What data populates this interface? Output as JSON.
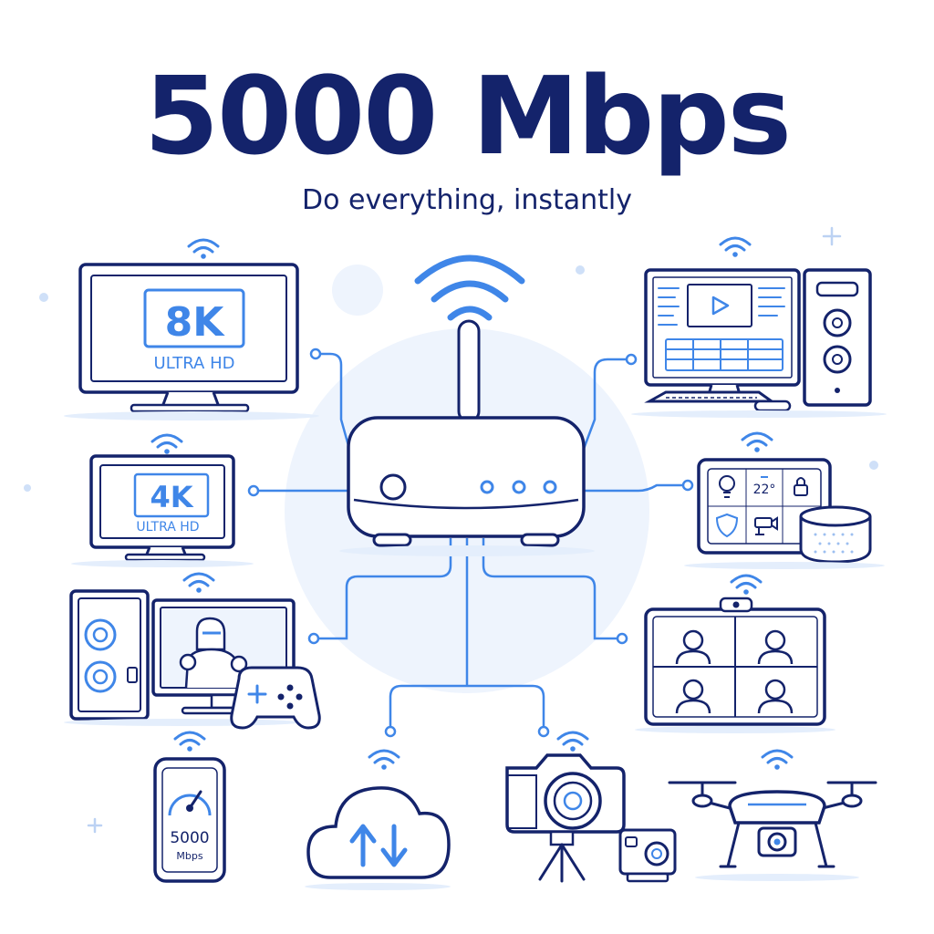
{
  "header": {
    "headline": "5000 Mbps",
    "tagline": "Do everything, instantly"
  },
  "devices": {
    "tv_8k": {
      "badge": "8K",
      "caption": "ULTRA HD"
    },
    "tv_4k": {
      "badge": "4K",
      "caption": "ULTRA HD"
    },
    "smart_home": {
      "temperature": "22°"
    },
    "phone": {
      "speed_value": "5000",
      "speed_unit": "Mbps"
    }
  },
  "icons": [
    "router-icon",
    "wifi-icon",
    "television-icon",
    "desktop-pc-icon",
    "gaming-pc-icon",
    "gamepad-icon",
    "smart-home-panel-icon",
    "smart-speaker-icon",
    "video-call-icon",
    "smartphone-icon",
    "cloud-sync-icon",
    "camera-icon",
    "action-camera-icon",
    "drone-icon"
  ],
  "colors": {
    "navy": "#14236b",
    "accent_blue": "#3f86e8",
    "light_blue": "#eef4fd"
  }
}
